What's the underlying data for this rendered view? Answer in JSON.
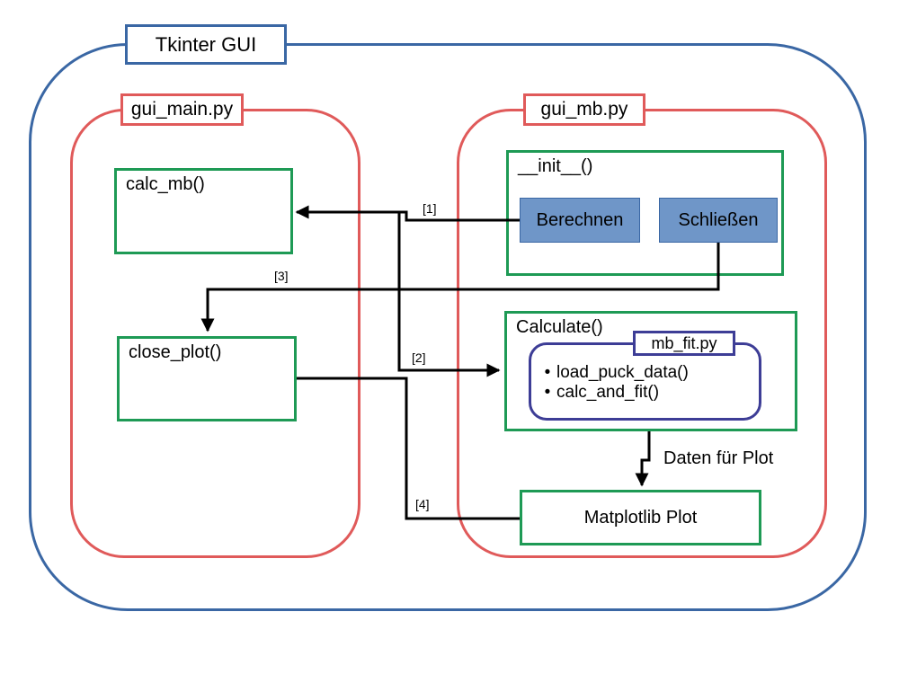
{
  "tkinter_gui": {
    "title": "Tkinter GUI"
  },
  "gui_main": {
    "title": "gui_main.py",
    "calc_mb": "calc_mb()",
    "close_plot": "close_plot()"
  },
  "gui_mb": {
    "title": "gui_mb.py",
    "init": "__init__()",
    "buttons": {
      "berechnen": "Berechnen",
      "schliessen": "Schließen"
    },
    "calculate": "Calculate()",
    "mb_fit": {
      "title": "mb_fit.py",
      "functions": [
        "load_puck_data()",
        "calc_and_fit()"
      ]
    },
    "plot": "Matplotlib Plot",
    "data_label": "Daten für Plot"
  },
  "edges": {
    "e1": "[1]",
    "e2": "[2]",
    "e3": "[3]",
    "e4": "[4]"
  },
  "colors": {
    "tkinter_frame": "#3a67a4",
    "module_frame": "#e05a5a",
    "function_box": "#1e9a55",
    "mb_fit_frame": "#3d3d96",
    "button_fill": "#6f96c8"
  }
}
